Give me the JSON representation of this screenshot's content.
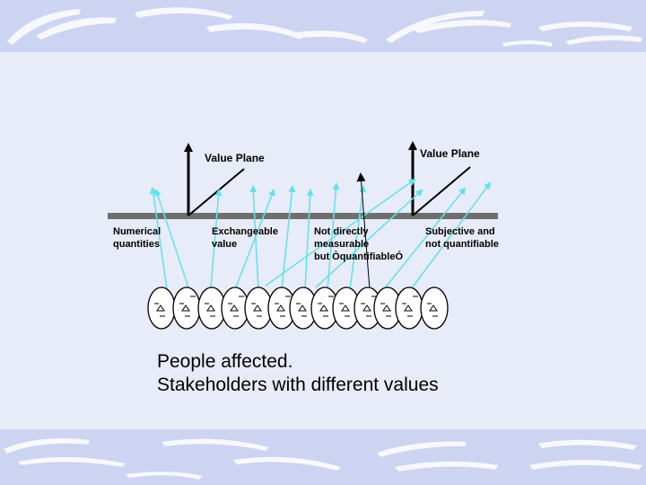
{
  "colors": {
    "background": "#e8ebf8",
    "arrow": "#5fe3e8",
    "plane": "#6f6f6f",
    "decoration": "#ffffff"
  },
  "diagram": {
    "value_plane_left": "Value Plane",
    "value_plane_right": "Value Plane",
    "categories": [
      {
        "line1": "Numerical",
        "line2": "quantities",
        "line3": ""
      },
      {
        "line1": "Exchangeable",
        "line2": "value",
        "line3": ""
      },
      {
        "line1": "Not directly",
        "line2": "measurable",
        "line3": "but ÒquantifiableÓ"
      },
      {
        "line1": "Subjective and",
        "line2": "not quantifiable",
        "line3": ""
      }
    ],
    "people_count": 13
  },
  "caption": {
    "line1": "People affected.",
    "line2": "Stakeholders with different values"
  }
}
